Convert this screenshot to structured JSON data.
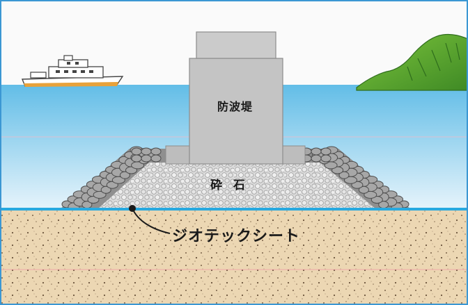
{
  "labels": {
    "breakwater": "防波堤",
    "rubble": "砕 石",
    "geotextile": "ジオテックシート"
  },
  "colors": {
    "sky": "#fafafa",
    "sea_top": "#62bde7",
    "sea_bottom": "#e7f4fb",
    "breakwater": "#c3c3c3",
    "breakwater_edge": "#8c8c8c",
    "armor_stone": "#a3a3a3",
    "rubble_core": "#d8d8d8",
    "geotextile": "#29a9df",
    "seabed": "#ecd7b3",
    "island": "#5da92f",
    "frame": "#3b97d3",
    "annotation": "#1a1a1a"
  },
  "icons": [
    "ship-illustration",
    "island-illustration",
    "breakwater-block",
    "rubble-mound",
    "geotextile-sheet",
    "seabed-sand"
  ]
}
